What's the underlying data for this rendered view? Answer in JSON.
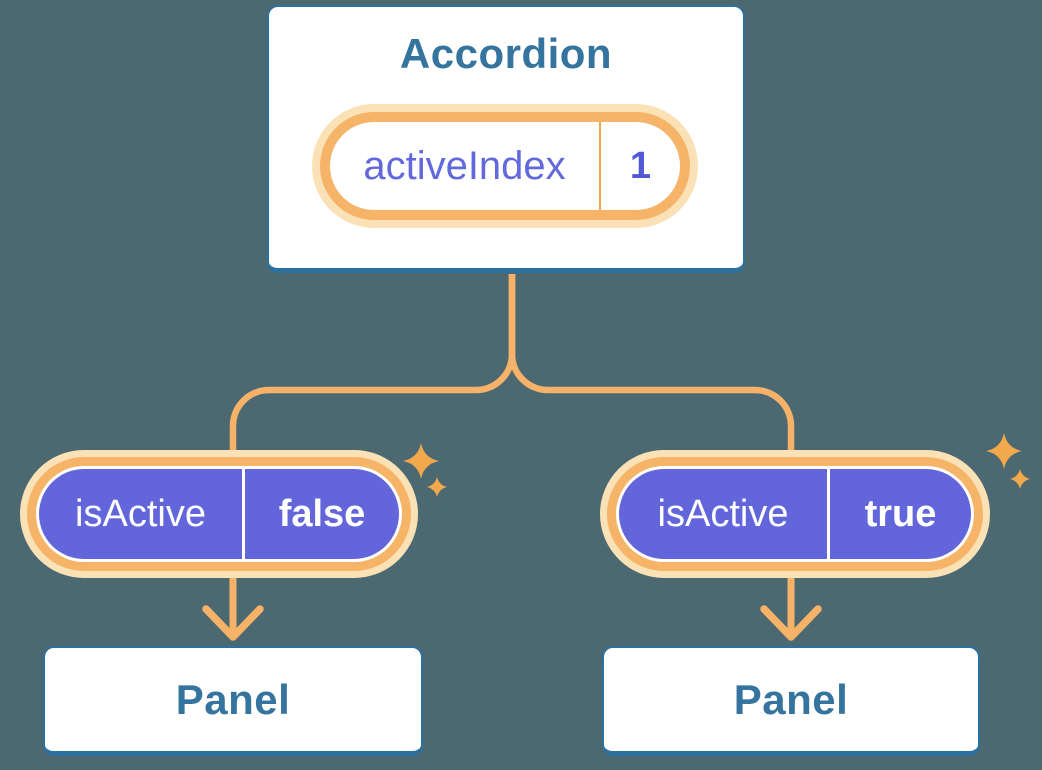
{
  "diagram": {
    "title_card": {
      "title": "Accordion",
      "state": {
        "label": "activeIndex",
        "value": "1"
      }
    },
    "branches": {
      "left": {
        "state": {
          "label": "isActive",
          "value": "false"
        },
        "panel": {
          "label": "Panel"
        }
      },
      "right": {
        "state": {
          "label": "isActive",
          "value": "true"
        },
        "panel": {
          "label": "Panel"
        }
      }
    }
  },
  "icons": {
    "sparkle": "sparkle-icon",
    "arrow": "arrow-down-icon"
  },
  "colors": {
    "background": "#4C6972",
    "card-border": "#2C70A0",
    "card-text": "#35749E",
    "pill-purple": "#6366DB",
    "pill-purple-text": "#FFFFFF",
    "state-label-purple": "#6269DC",
    "state-value-purple": "#5159D5",
    "orange-ring": "#F6B468",
    "orange-halo": "#FBE2B6",
    "orange-line": "#F5B268",
    "orange-divider": "#F1A84F",
    "sparkle": "#F2A94B"
  }
}
